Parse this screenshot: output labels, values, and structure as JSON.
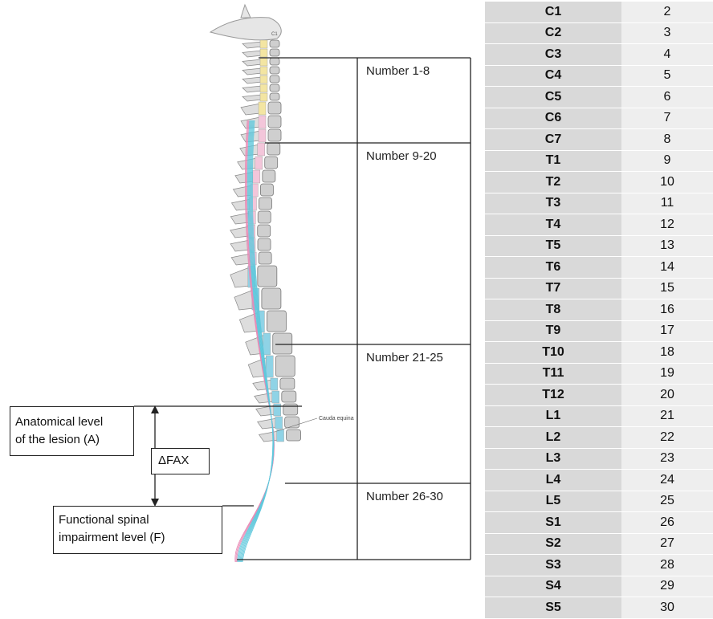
{
  "regions": [
    {
      "label": "Number 1-8"
    },
    {
      "label": "Number 9-20"
    },
    {
      "label": "Number 21-25"
    },
    {
      "label": "Number 26-30"
    }
  ],
  "anatomical_level_label": [
    "Anatomical level",
    "of the lesion (A)"
  ],
  "functional_level_label": [
    "Functional spinal",
    "impairment level (F)"
  ],
  "delta_label": "ΔFAX",
  "cauda_equina_label": "Cauda equina",
  "first_vertebra_label": "C1",
  "colors": {
    "cervical": "#f3e5a2",
    "thoracic": "#f3c6da",
    "lumbar": "#8fd3e6",
    "bone": "#cfcfcf",
    "nerve_pink": "#e889b5",
    "nerve_cyan": "#60c8dc"
  },
  "levels": [
    {
      "code": "C1",
      "number": "2"
    },
    {
      "code": "C2",
      "number": "3"
    },
    {
      "code": "C3",
      "number": "4"
    },
    {
      "code": "C4",
      "number": "5"
    },
    {
      "code": "C5",
      "number": "6"
    },
    {
      "code": "C6",
      "number": "7"
    },
    {
      "code": "C7",
      "number": "8"
    },
    {
      "code": "T1",
      "number": "9"
    },
    {
      "code": "T2",
      "number": "10"
    },
    {
      "code": "T3",
      "number": "11"
    },
    {
      "code": "T4",
      "number": "12"
    },
    {
      "code": "T5",
      "number": "13"
    },
    {
      "code": "T6",
      "number": "14"
    },
    {
      "code": "T7",
      "number": "15"
    },
    {
      "code": "T8",
      "number": "16"
    },
    {
      "code": "T9",
      "number": "17"
    },
    {
      "code": "T10",
      "number": "18"
    },
    {
      "code": "T11",
      "number": "19"
    },
    {
      "code": "T12",
      "number": "20"
    },
    {
      "code": "L1",
      "number": "21"
    },
    {
      "code": "L2",
      "number": "22"
    },
    {
      "code": "L3",
      "number": "23"
    },
    {
      "code": "L4",
      "number": "24"
    },
    {
      "code": "L5",
      "number": "25"
    },
    {
      "code": "S1",
      "number": "26"
    },
    {
      "code": "S2",
      "number": "27"
    },
    {
      "code": "S3",
      "number": "28"
    },
    {
      "code": "S4",
      "number": "29"
    },
    {
      "code": "S5",
      "number": "30"
    }
  ]
}
